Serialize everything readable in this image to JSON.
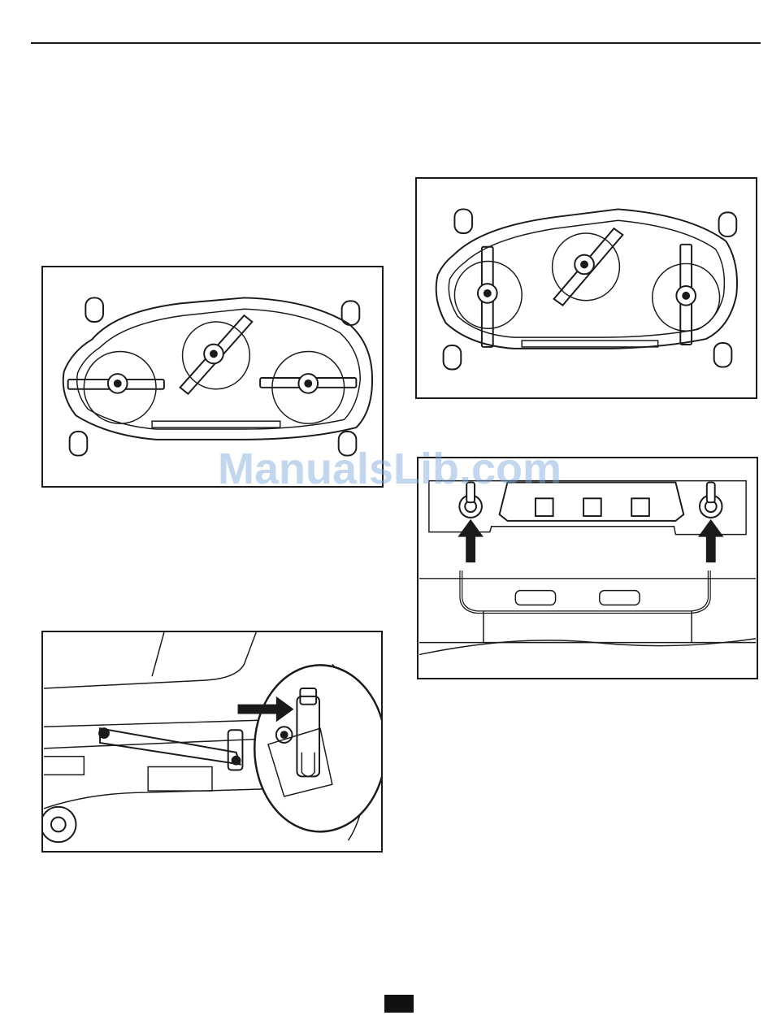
{
  "watermark": {
    "text": "ManualsLib.com"
  },
  "figures": [
    {
      "name": "mower-deck-underside-left",
      "icon": "mower-deck-blades-illustration"
    },
    {
      "name": "mower-deck-underside-right",
      "icon": "mower-deck-blades-illustration"
    },
    {
      "name": "deck-mounting-pins",
      "icon": "arrow-up-icon"
    },
    {
      "name": "deck-lift-linkage",
      "icon": "arrow-right-icon"
    }
  ],
  "colors": {
    "ink": "#1a1a1a",
    "watermark": "#78a5d7",
    "page_tab": "#111111"
  }
}
